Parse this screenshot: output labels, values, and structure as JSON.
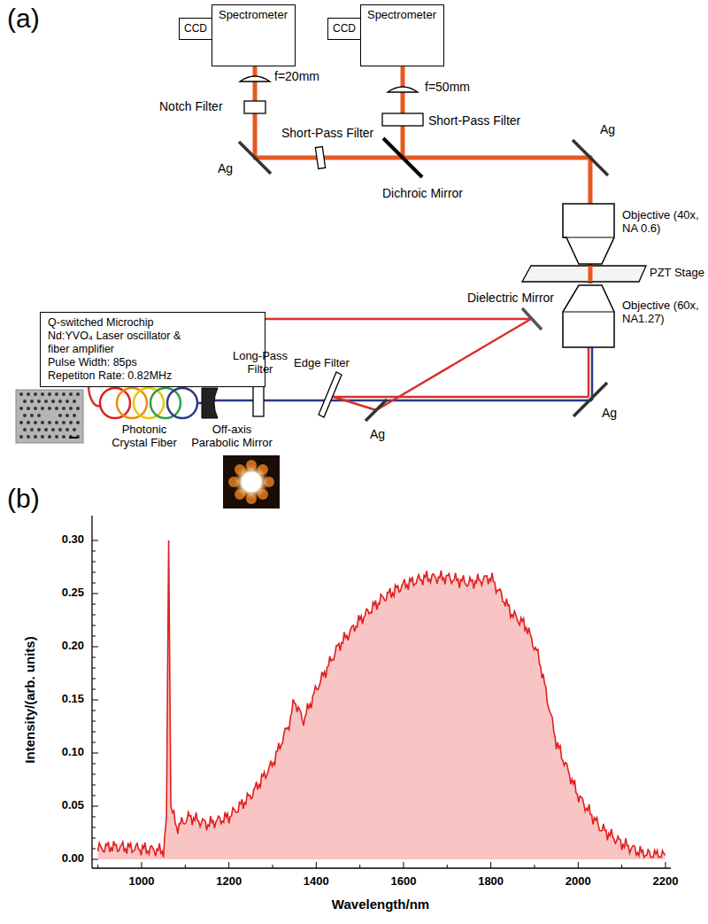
{
  "diagram": {
    "nodes": [
      {
        "text": [
          "CCD"
        ]
      },
      {
        "text": [
          "Spectrometer"
        ]
      },
      {
        "text": [
          "CCD"
        ]
      },
      {
        "text": [
          "Spectrometer"
        ]
      },
      {
        "text": [
          "Q-switched Microchip Nd:YVO₄ Laser oscillator & fiber amplifier",
          "Pulse Width: 85ps",
          "Repetiton Rate: 0.82MHz"
        ]
      }
    ],
    "labels": [
      "(a)",
      "f=20mm",
      "Notch Filter",
      "Ag",
      "Short-Pass Filter",
      "f=50mm",
      "Short-Pass Filter",
      "Dichroic Mirror",
      "Ag",
      "Objective (40x, NA 0.6)",
      "PZT Stage",
      "Objective (60x, NA1.27)",
      "Dielectric Mirror",
      "Photonic Crystal Fiber",
      "Off-axis Parabolic Mirror",
      "Long-Pass Filter",
      "Edge Filter",
      "Ag",
      "Ag",
      "(b)",
      "Intensity/(arb. units)",
      "Wavelength/nm",
      "0.00",
      "0.05",
      "0.10",
      "0.15",
      "0.20",
      "0.25",
      "0.30",
      "1000",
      "1200",
      "1400",
      "1600",
      "1800",
      "2000",
      "2200"
    ]
  }
}
